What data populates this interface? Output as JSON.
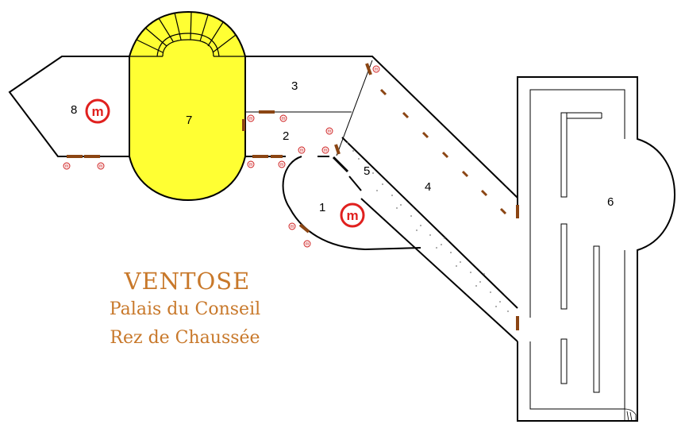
{
  "map": {
    "title": "VENTOSE",
    "subtitle": "Palais du Conseil",
    "floor": "Rez de Chaussée",
    "colors": {
      "title": "#c8782a",
      "stairwell_fill": "#ffff33",
      "wall": "#000000",
      "door": "#8b4513",
      "marker": "#e0201e"
    },
    "rooms": [
      "1",
      "2",
      "3",
      "4",
      "5",
      "6",
      "7",
      "8"
    ],
    "markers": [
      "m",
      "m"
    ],
    "small_marker": "m"
  }
}
